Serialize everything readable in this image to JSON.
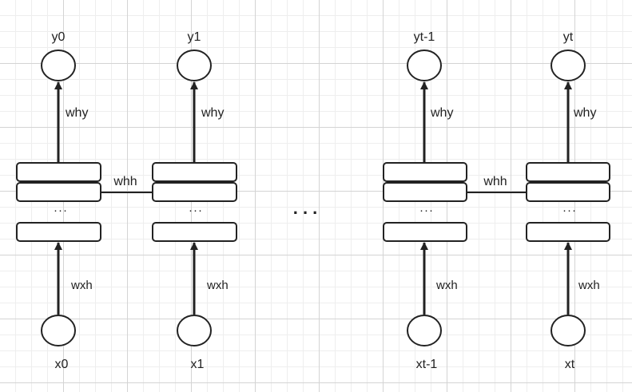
{
  "diagram": {
    "columns": [
      {
        "output": "y0",
        "input": "x0",
        "why": "why",
        "wxh": "wxh",
        "ellipsis": "···"
      },
      {
        "output": "y1",
        "input": "x1",
        "why": "why",
        "wxh": "wxh",
        "ellipsis": "···"
      },
      {
        "output": "yt-1",
        "input": "xt-1",
        "why": "why",
        "wxh": "wxh",
        "ellipsis": "···"
      },
      {
        "output": "yt",
        "input": "xt",
        "why": "why",
        "wxh": "wxh",
        "ellipsis": "···"
      }
    ],
    "recurrent_labels": [
      "whh",
      "whh"
    ],
    "middle_ellipsis": ". . ."
  }
}
